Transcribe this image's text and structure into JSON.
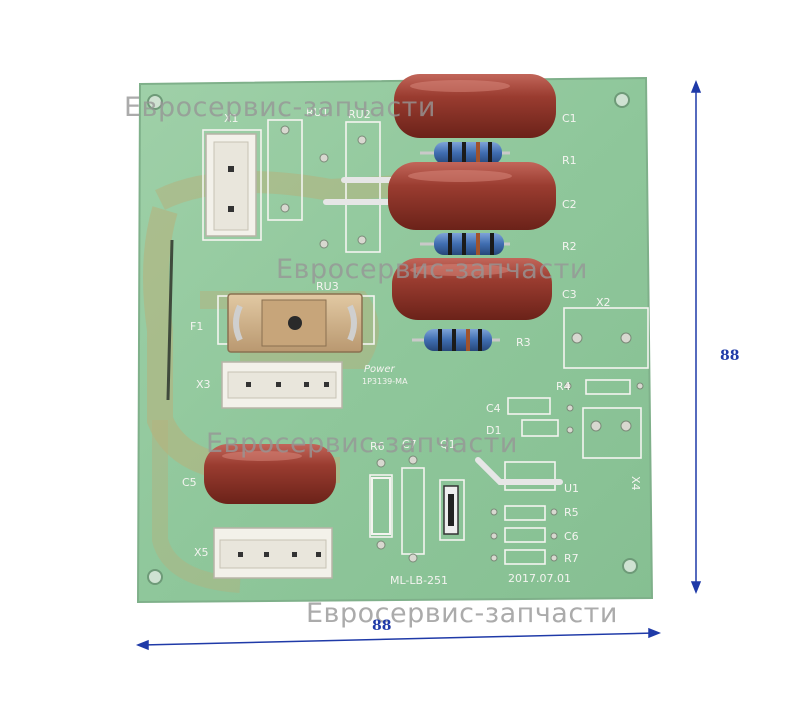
{
  "board": {
    "silkscreen": {
      "x1": "X1",
      "rv1": "RU1",
      "rv2": "RU2",
      "rv3": "RU3",
      "c1": "C1",
      "r1": "R1",
      "c2": "C2",
      "r2": "R2",
      "c3": "C3",
      "r3": "R3",
      "x2": "X2",
      "f1": "F1",
      "x3": "X3",
      "power": "Power",
      "model": "1P3139-MA",
      "r4": "R4",
      "c4": "C4",
      "d1": "D1",
      "x4": "X4",
      "r6": "R6",
      "c7": "C7",
      "q1": "Q1",
      "u1": "U1",
      "c5": "C5",
      "r5": "R5",
      "c6": "C6",
      "r7": "R7",
      "x5": "X5",
      "board_id": "ML-LB-251",
      "date": "2017.07.01"
    },
    "colors": {
      "pcb": "#8fc79b",
      "capacitor": "#9a3c30",
      "resistor": "#3f6db0",
      "silkscreen": "#f4f4f0",
      "dimension": "#1f3aa8"
    }
  },
  "watermarks": [
    "Евросервис-запчасти",
    "Евросервис-запчасти",
    "Евросервис-запчасти",
    "Евросервис-запчасти"
  ],
  "dimensions": {
    "width_label": "88",
    "height_label": "88"
  }
}
